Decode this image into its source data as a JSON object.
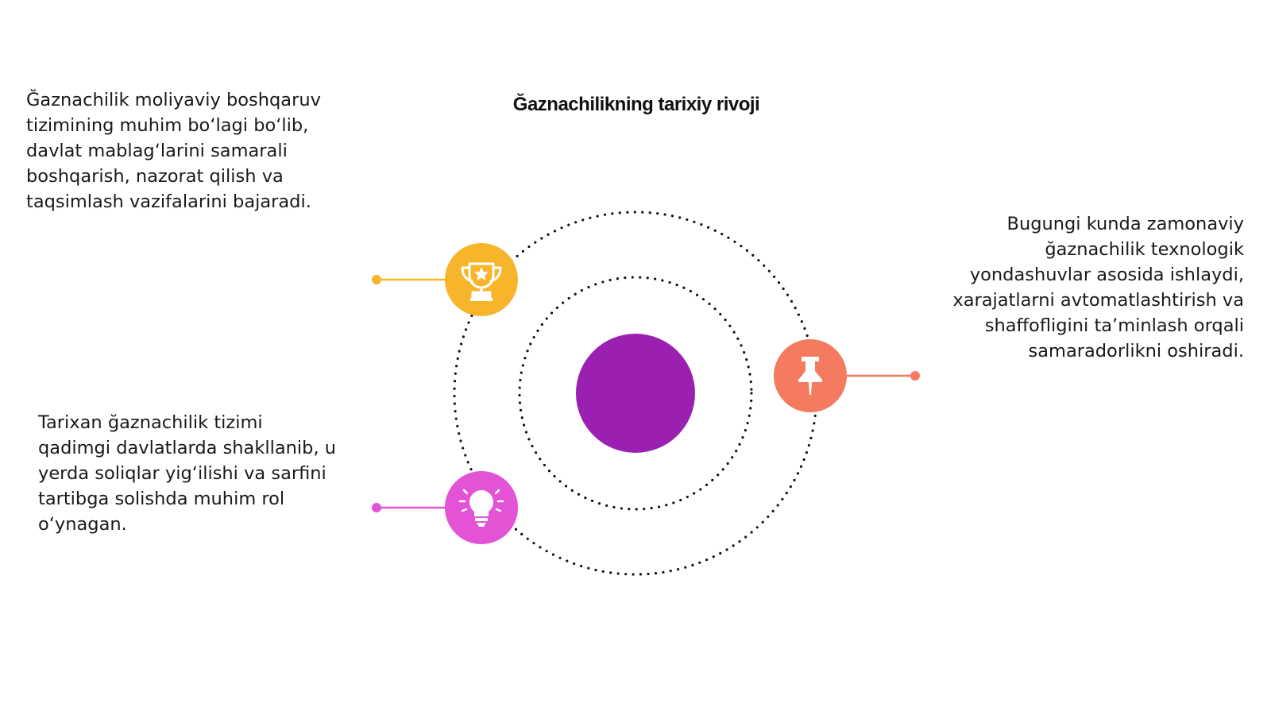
{
  "title": "Ğaznachilikning tarixiy rivoji",
  "items": [
    {
      "icon": "trophy-icon",
      "color": "#F7B52C",
      "text": "Ğaznachilik moliyaviy boshqaruv\ntizimining muhim bo‘lagi bo‘lib,\ndavlat mablag‘larini samarali\nboshqarish, nazorat qilish va\ntaqsimlash vazifalarini bajaradi."
    },
    {
      "icon": "lightbulb-icon",
      "color": "#E253D6",
      "text": "Tarixan ğaznachilik tizimi\nqadimgi davlatlarda shakllanib, u\nyerda soliqlar yig‘ilishi va sarfini\ntartibga solishda muhim rol\no‘ynagan."
    },
    {
      "icon": "pushpin-icon",
      "color": "#F47A60",
      "text": "Bugungi kunda zamonaviy\nğaznachilik texnologik\nyondashuvlar asosida ishlaydi,\nxarajatlarni avtomatlashtirish va\nshaffofligini ta’minlash orqali\nsamaradorlikni oshiradi."
    }
  ],
  "center_color": "#9B1FB0"
}
